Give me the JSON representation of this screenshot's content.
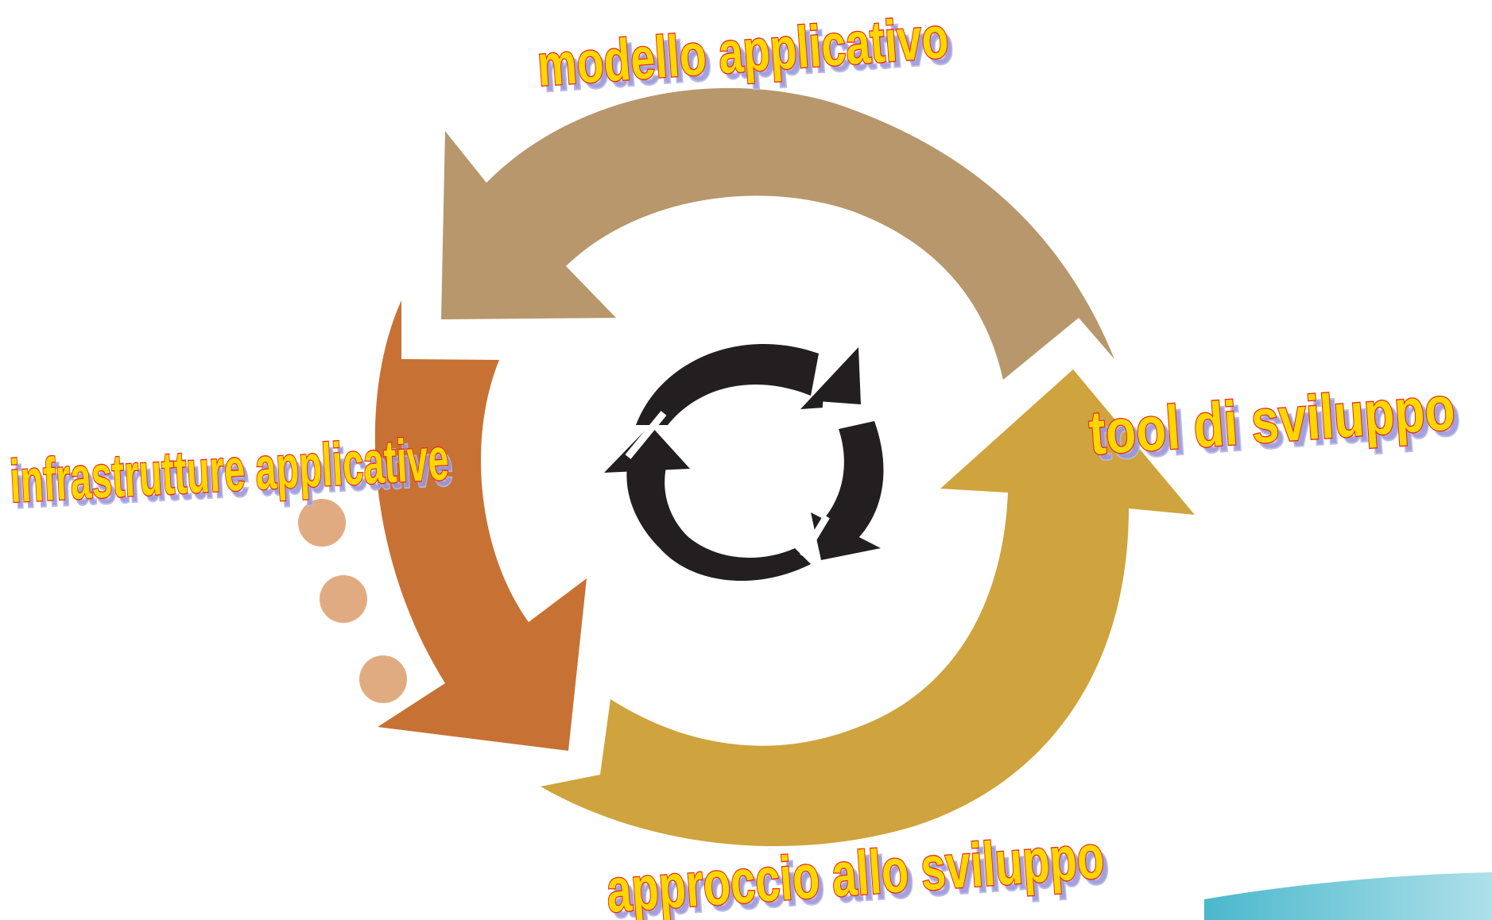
{
  "diagram": {
    "labels": {
      "top": "modello applicativo",
      "right": "tool di sviluppo",
      "bottom": "approccio allo sviluppo",
      "left": "infrastrutture applicative"
    },
    "colors": {
      "arrow_top": "#b7976b",
      "arrow_right_bottom": "#cfa33d",
      "arrow_left": "#c87134",
      "center_icon": "#231f20",
      "dots": "#e1ab82",
      "text_fill": "#ffd700",
      "text_outline": "#e8281b",
      "text_shadow": "#9a96d8",
      "corner_swoosh": "#4bb8cc"
    },
    "center_icon": "refresh-cycle-icon"
  }
}
